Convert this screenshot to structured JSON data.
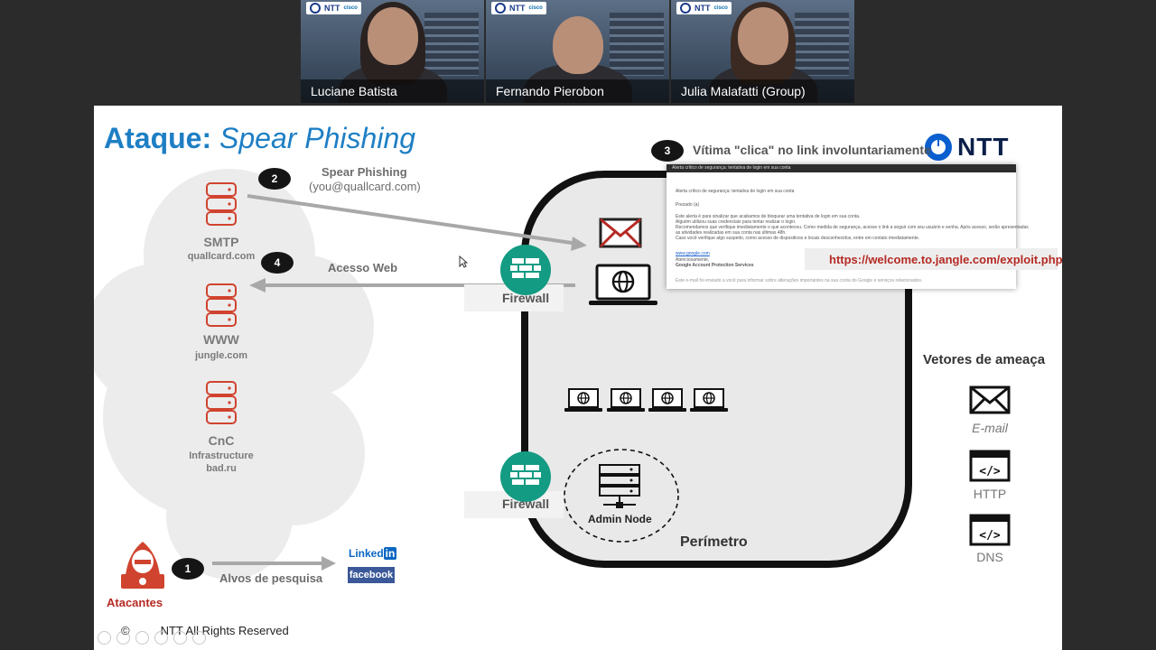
{
  "participants": [
    {
      "name": "Luciane Batista"
    },
    {
      "name": "Fernando Pierobon"
    },
    {
      "name": "Julia Malafatti (Group)"
    }
  ],
  "participant_badge": {
    "brand": "NTT",
    "partner": "cisco"
  },
  "slide": {
    "title_prefix": "Ataque:",
    "title_italic": "Spear Phishing",
    "logo_text": "NTT",
    "steps": [
      "1",
      "2",
      "3",
      "4"
    ],
    "step2_label": "Spear Phishing",
    "step2_sub": "(you@quallcard.com)",
    "step3_label": "Vítima \"clica\" no link involuntariamente",
    "step4_label": "Acesso Web",
    "servers": [
      {
        "name": "SMTP",
        "sub": "quallcard.com"
      },
      {
        "name": "WWW",
        "sub": "jungle.com"
      },
      {
        "name": "CnC",
        "sub": "Infrastructure\nbad.ru"
      }
    ],
    "firewall_label": "Firewall",
    "admin_node": "Admin Node",
    "perimeter": "Perímetro",
    "email_popup": {
      "header": "Alerta crítico de segurança: tentativa de login em sua conta",
      "subject": "Alerta crítico de segurança: tentativa de login em sua conta",
      "greeting": "Prezado (a)",
      "body1": "Este alerta é para sinalizar que acabamos de bloquear uma tentativa de login em sua conta.",
      "body2": "Alguém utilizou suas credenciais para tentar realizar o login.",
      "body3": "Recomendamos que verifique imediatamente o que aconteceu. Como medida de segurança, acesse o link a seguir com seu usuário e senha. Após acesso, serão apresentadas",
      "body4": "as atividades realizadas em sua conta nas últimas 48h.",
      "body5": "Caso você verifique algo suspeito, como acesso de dispositivos e locais desconhecidos, entre em contato imediatamente.",
      "link": "www.google.com",
      "signoff": "Atenciosamente,",
      "signature": "Google Account Protection Services",
      "footer": "Este e-mail foi enviado a você para informar sobre alterações importantes na sua conta do Google e serviços relacionados."
    },
    "phish_url": "https://welcome.to.jangle.com/exploit.php",
    "threat_vectors_title": "Vetores de ameaça",
    "vectors": [
      "E-mail",
      "HTTP",
      "DNS"
    ],
    "attackers_label": "Atacantes",
    "step1_label": "Alvos de pesquisa",
    "linkedin": "Linked",
    "linkedin_in": "in",
    "facebook": "facebook",
    "copyright_symbol": "©",
    "copyright": "NTT All Rights Reserved"
  },
  "colors": {
    "title": "#1e7fc4",
    "accent_red": "#b52a24",
    "firewall": "#149b83",
    "background": "#2b2b2b"
  }
}
